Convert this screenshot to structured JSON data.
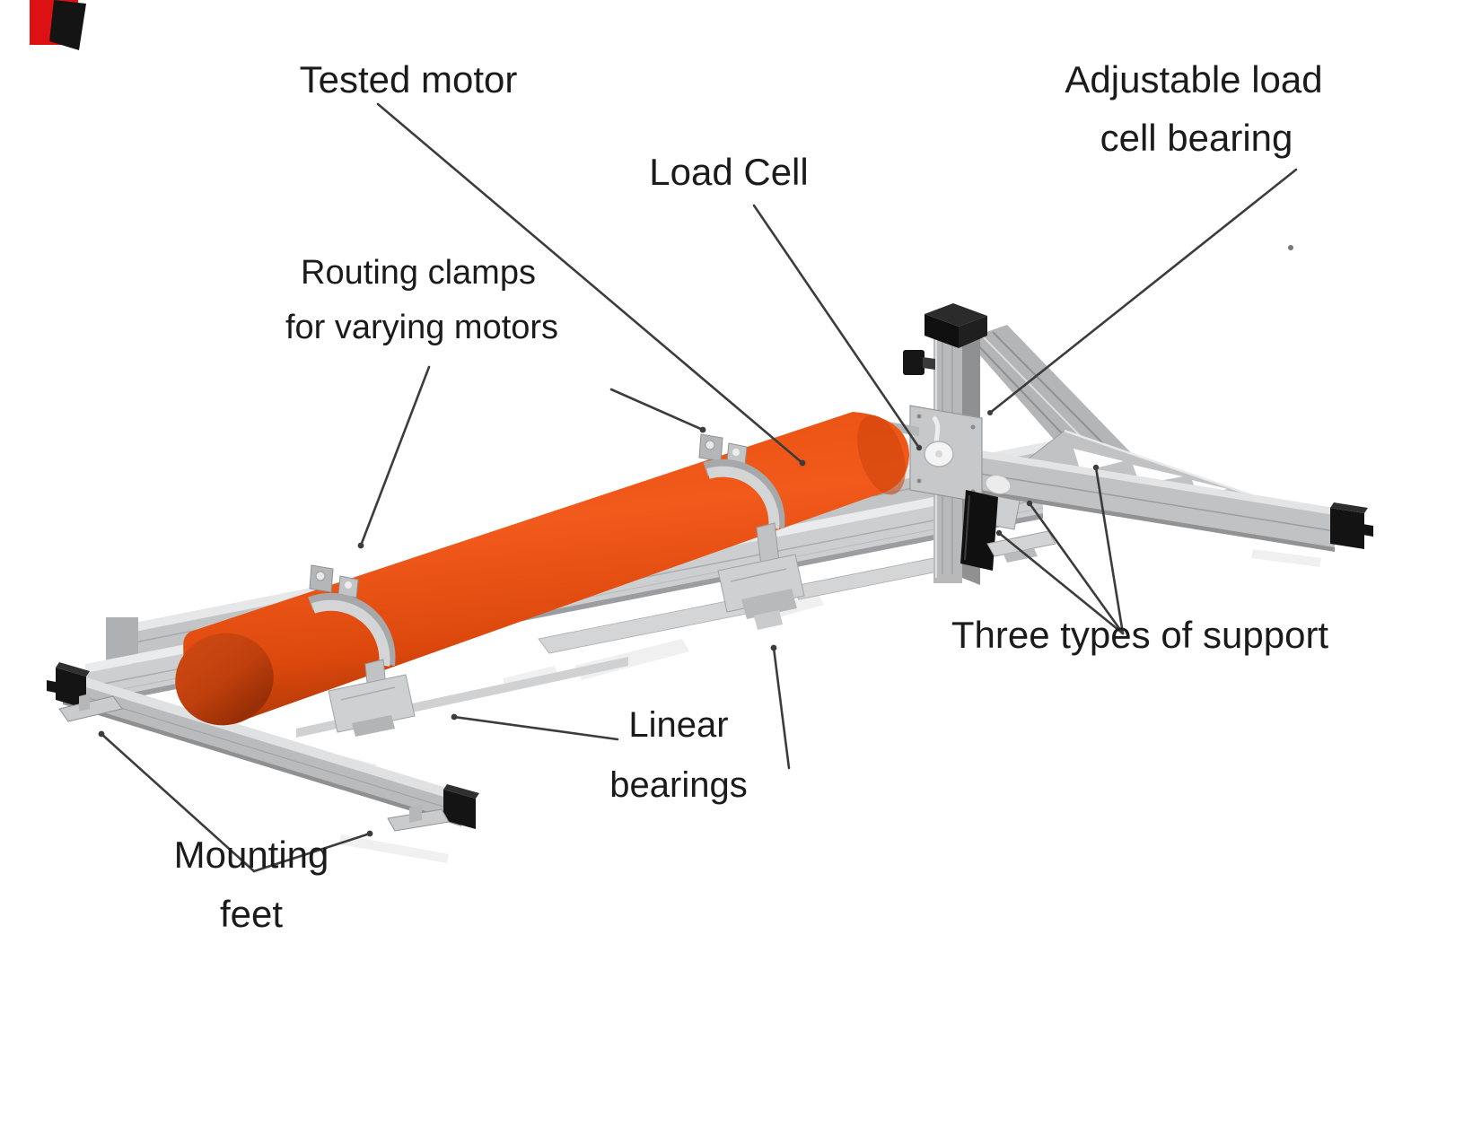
{
  "labels": {
    "tested_motor": {
      "text": "Tested motor"
    },
    "load_cell": {
      "text": "Load Cell"
    },
    "adjustable_load_cell_bearing": {
      "line1": "Adjustable load",
      "line2": "cell bearing"
    },
    "routing_clamps": {
      "line1": "Routing clamps",
      "line2": "for varying motors"
    },
    "three_types_of_support": {
      "text": "Three types of support"
    },
    "linear_bearings": {
      "line1": "Linear",
      "line2": "bearings"
    },
    "mounting_feet": {
      "line1": "Mounting",
      "line2": "feet"
    }
  },
  "colors": {
    "background": "#ffffff",
    "motor_top": "#b8400e",
    "motor_bright": "#f15a1b",
    "motor_mid": "#e9500f",
    "motor_dark": "#a93607",
    "cap_light": "#d04a12",
    "cap_dark": "#992f06",
    "metal": "#c6c8ca",
    "metal_dark": "#8e9092",
    "metal_light": "#e8e9ea",
    "leader_line": "#3c3c3c",
    "text": "#1b1b1b",
    "corner_red": "#dd1111"
  }
}
